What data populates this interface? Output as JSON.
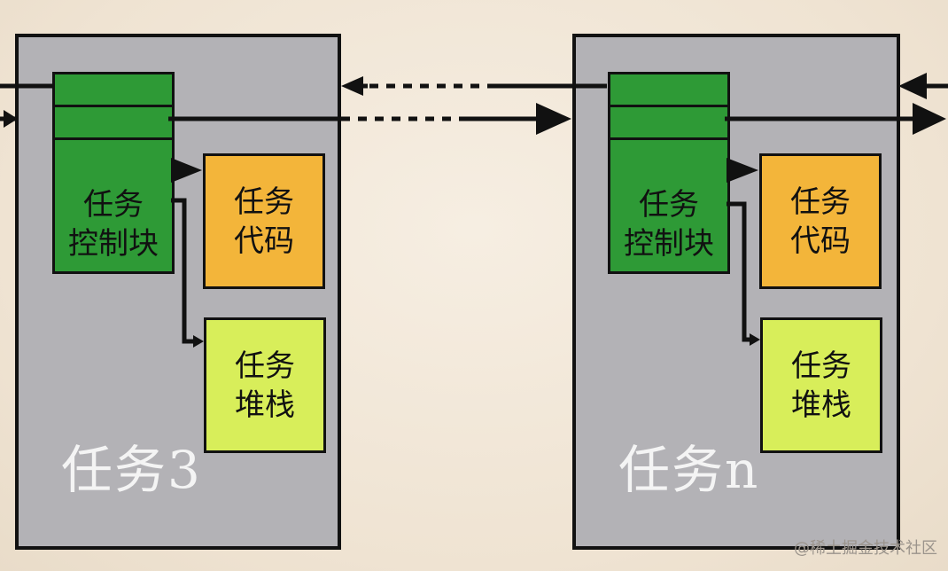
{
  "tasks": [
    {
      "title": "任务3",
      "tcb_label": "任务\n控制块",
      "code_label": "任务\n代码",
      "stack_label": "任务\n堆栈"
    },
    {
      "title": "任务n",
      "tcb_label": "任务\n控制块",
      "code_label": "任务\n代码",
      "stack_label": "任务\n堆栈"
    }
  ],
  "watermark": "@稀土掘金技术社区",
  "colors": {
    "task_bg": "#b3b2b6",
    "tcb": "#2e9a36",
    "code": "#f3b53a",
    "stack": "#d8ee5a",
    "line": "#111111"
  }
}
